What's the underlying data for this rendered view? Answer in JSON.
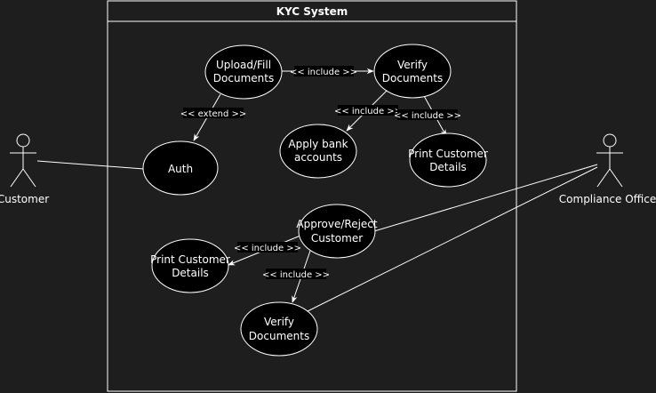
{
  "system": {
    "title": "KYC System"
  },
  "actors": {
    "customer": "Customer",
    "compliance_officer": "Compliance Officer"
  },
  "use_cases": {
    "upload": [
      "Upload/Fill",
      "Documents"
    ],
    "verify_top": [
      "Verify",
      "Documents"
    ],
    "auth": [
      "Auth"
    ],
    "apply_bank": [
      "Apply bank",
      "accounts"
    ],
    "print_top": [
      "Print Customer",
      "Details"
    ],
    "approve": [
      "Approve/Reject",
      "Customer"
    ],
    "print_bottom": [
      "Print Customer",
      "Details"
    ],
    "verify_bottom": [
      "Verify",
      "Documents"
    ]
  },
  "relations": {
    "upload_verify": "<< include >>",
    "upload_auth": "<< extend >>",
    "verify_apply": "<< include >>",
    "verify_print": "<< include >>",
    "approve_print": "<< include >>",
    "approve_verify": "<< include >>"
  },
  "colors": {
    "background": "#1e1e1e",
    "stroke": "#ffffff",
    "fill": "#000000"
  }
}
